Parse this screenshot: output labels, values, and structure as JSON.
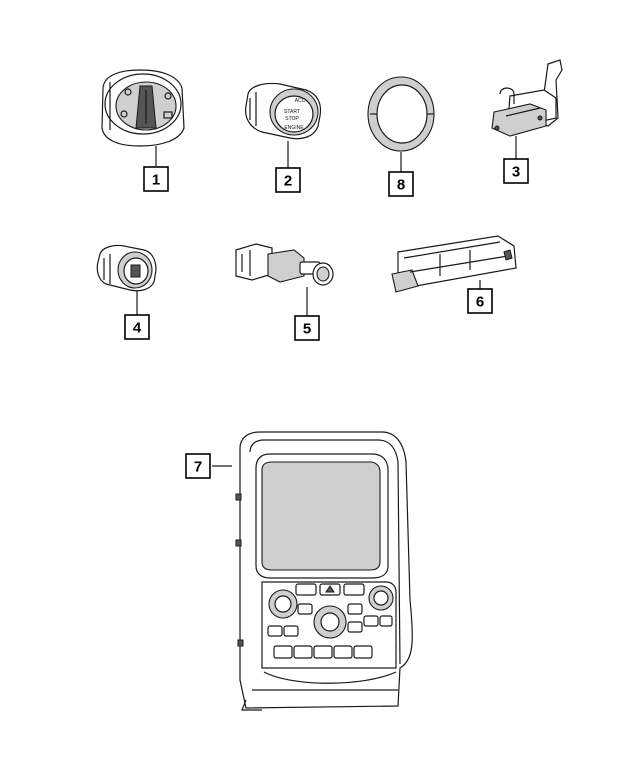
{
  "diagram": {
    "callouts": [
      "1",
      "2",
      "8",
      "3",
      "4",
      "5",
      "6",
      "7"
    ],
    "switch_labels": {
      "acc": "ACC",
      "start": "START",
      "stop": "STOP",
      "engine": "ENGINE"
    }
  }
}
